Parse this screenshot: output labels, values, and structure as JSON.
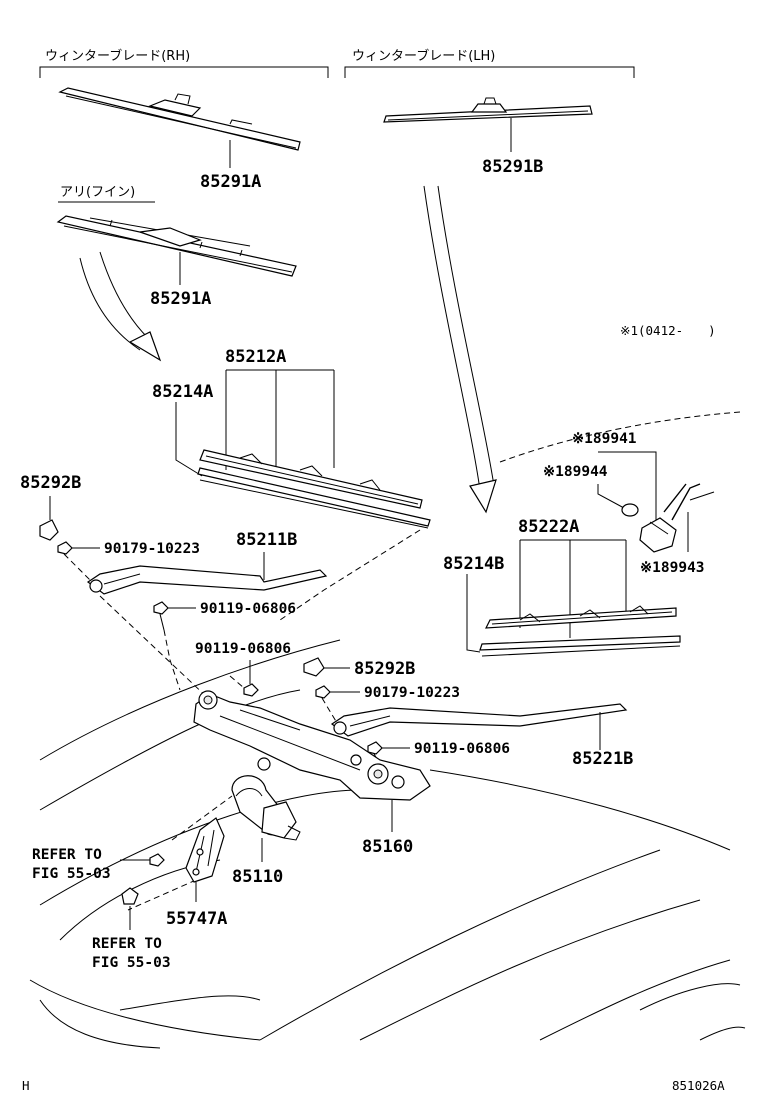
{
  "headers": {
    "rh": "ウィンターブレード(RH)",
    "lh": "ウィンターブレード(LH)",
    "ari": "アリ(フイン)"
  },
  "note": "※1(0412-　　)",
  "parts": {
    "p85291A_top": "85291A",
    "p85291B": "85291B",
    "p85291A_mid": "85291A",
    "p85212A": "85212A",
    "p85214A": "85214A",
    "p85292B_left": "85292B",
    "p90179_10223_left": "90179-10223",
    "p85211B": "85211B",
    "p90119_06806_a": "90119-06806",
    "p90119_06806_b": "90119-06806",
    "p85292B_right": "85292B",
    "p90179_10223_right": "90179-10223",
    "p90119_06806_c": "90119-06806",
    "p85221B": "85221B",
    "p85160": "85160",
    "p85110": "85110",
    "p55747A": "55747A",
    "p89941": "※189941",
    "p89944": "※189944",
    "p89943": "※189943",
    "p85222A": "85222A",
    "p85214B": "85214B"
  },
  "refs": {
    "ref1_line1": "REFER TO",
    "ref1_line2": "FIG 55-03",
    "ref2_line1": "REFER TO",
    "ref2_line2": "FIG 55-03"
  },
  "footer": {
    "left": "H",
    "right": "851026A"
  }
}
